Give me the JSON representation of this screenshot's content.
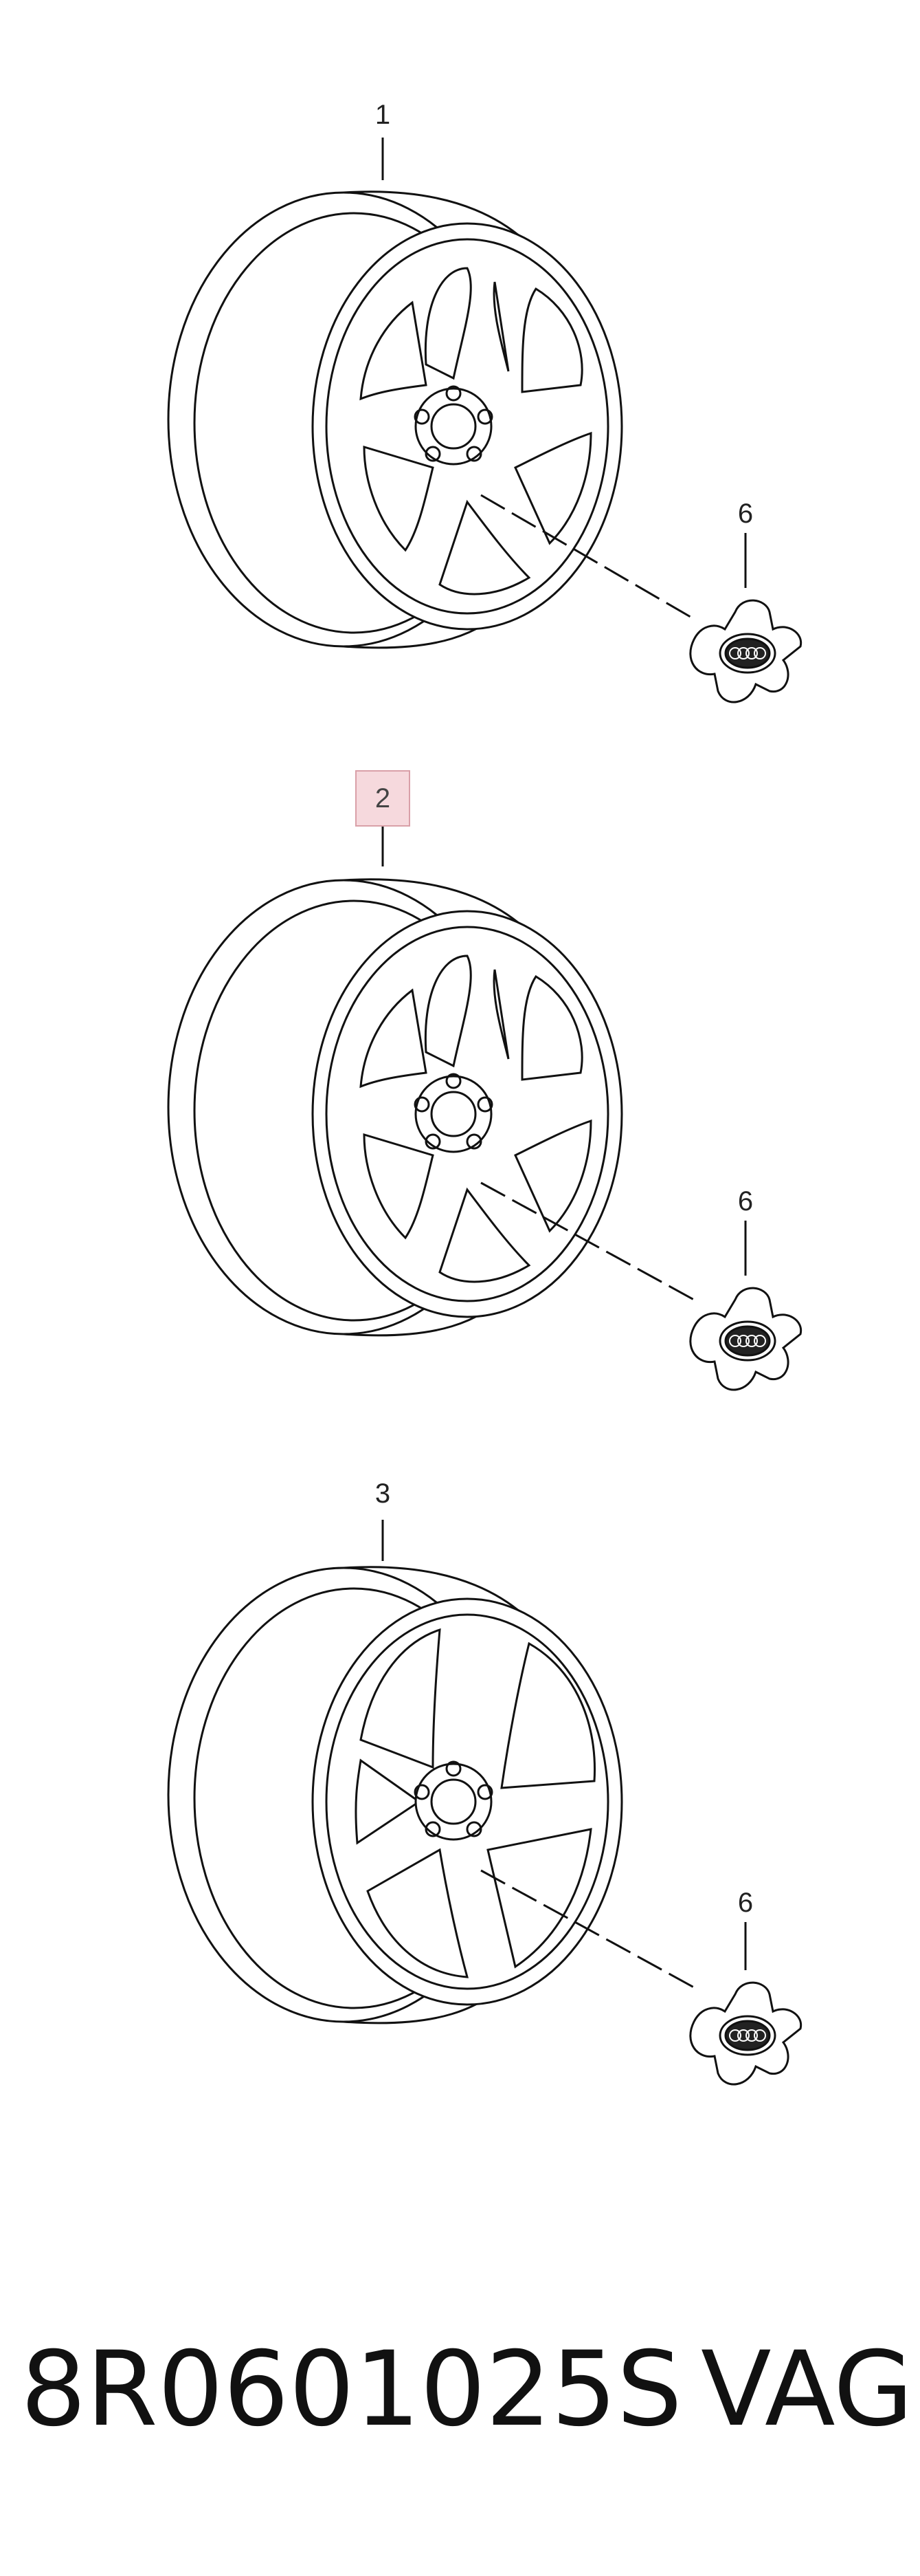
{
  "diagram": {
    "callouts": [
      {
        "id": "1",
        "label": "1"
      },
      {
        "id": "2",
        "label": "2",
        "highlighted": true
      },
      {
        "id": "3",
        "label": "3"
      },
      {
        "id": "6a",
        "label": "6"
      },
      {
        "id": "6b",
        "label": "6"
      },
      {
        "id": "6c",
        "label": "6"
      }
    ],
    "wheels": [
      {
        "callout": "1",
        "spokes": 7
      },
      {
        "callout": "2",
        "spokes": 7
      },
      {
        "callout": "3",
        "spokes": 5
      }
    ],
    "highlight_color": "#f6d9dd"
  },
  "footer": {
    "part_number": "8R0601025S",
    "brand": "VAG"
  }
}
